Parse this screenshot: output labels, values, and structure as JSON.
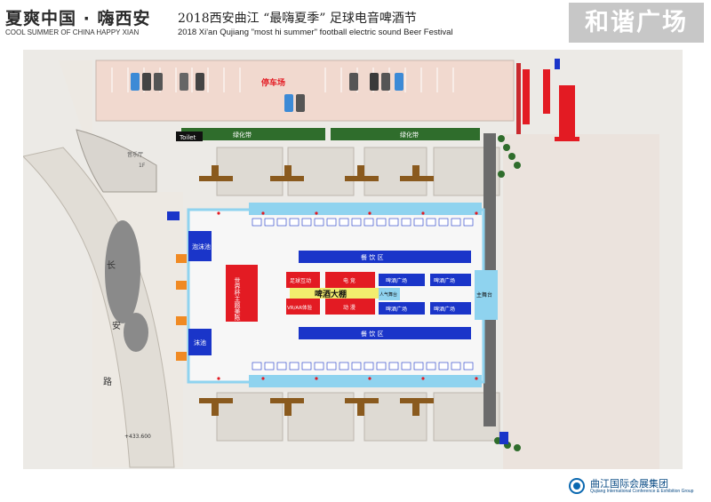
{
  "header": {
    "title_cn": "夏爽中国 · 嗨西安",
    "title_en": "COOL SUMMER OF CHINA HAPPY XIAN",
    "event_cn": "2018西安曲江 “最嗨夏季” 足球电音啤酒节",
    "event_en": "2018 Xi'an Qujiang \"most hi summer\" football electric sound Beer Festival",
    "area_badge": "和谐广场"
  },
  "map": {
    "parking": "停车场",
    "toilet": "Toilet",
    "green_belt_left": "绿化带",
    "green_belt_right": "绿化带",
    "road": [
      "长",
      "安",
      "路"
    ],
    "bldg_label": "音乐厅",
    "bldg_sub": "1F",
    "elev": "+433.600",
    "foam_pool_top": "泡沫池",
    "foam_pool_bottom": "沫池",
    "world_cup": "世界杯主题美陈",
    "dining_top": "餐 饮 区",
    "dining_bottom": "餐 饮 区",
    "football": "足球互动",
    "esports": "电 竞",
    "vr": "VR/AR体验",
    "interactive": "动 漫",
    "beer_tent": "啤酒大棚",
    "beer_square_1": "啤酒广场",
    "beer_square_2": "啤酒广场",
    "beer_square_3": "啤酒广场",
    "beer_square_4": "啤酒广场",
    "dance": "人气舞台",
    "stage": "主舞台"
  },
  "footer": {
    "logo_cn": "曲江国际会展集团",
    "logo_en": "Qujiang International Conference & Exhibition Group"
  },
  "colors": {
    "red": "#e31b23",
    "blue": "#1a35c9",
    "light_blue": "#8fd3ef",
    "yellow": "#f2ec6e",
    "brown": "#8a5a1e",
    "green": "#2f6d2c",
    "parking_bg": "#f1d9cf",
    "pavement": "#e7e4df"
  }
}
